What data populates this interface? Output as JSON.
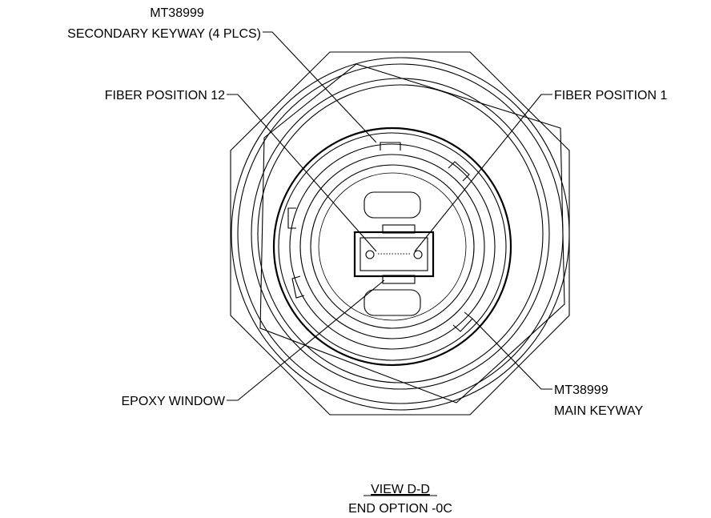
{
  "callouts": {
    "secondary_keyway_part": "MT38999",
    "secondary_keyway": "SECONDARY KEYWAY (4 PLCS)",
    "fiber_position_12": "FIBER POSITION 12",
    "fiber_position_1": "FIBER POSITION 1",
    "epoxy_window": "EPOXY WINDOW",
    "main_keyway_part": "MT38999",
    "main_keyway": "MAIN KEYWAY"
  },
  "view": {
    "title": "VIEW D-D",
    "subtitle": "END OPTION -0C"
  }
}
